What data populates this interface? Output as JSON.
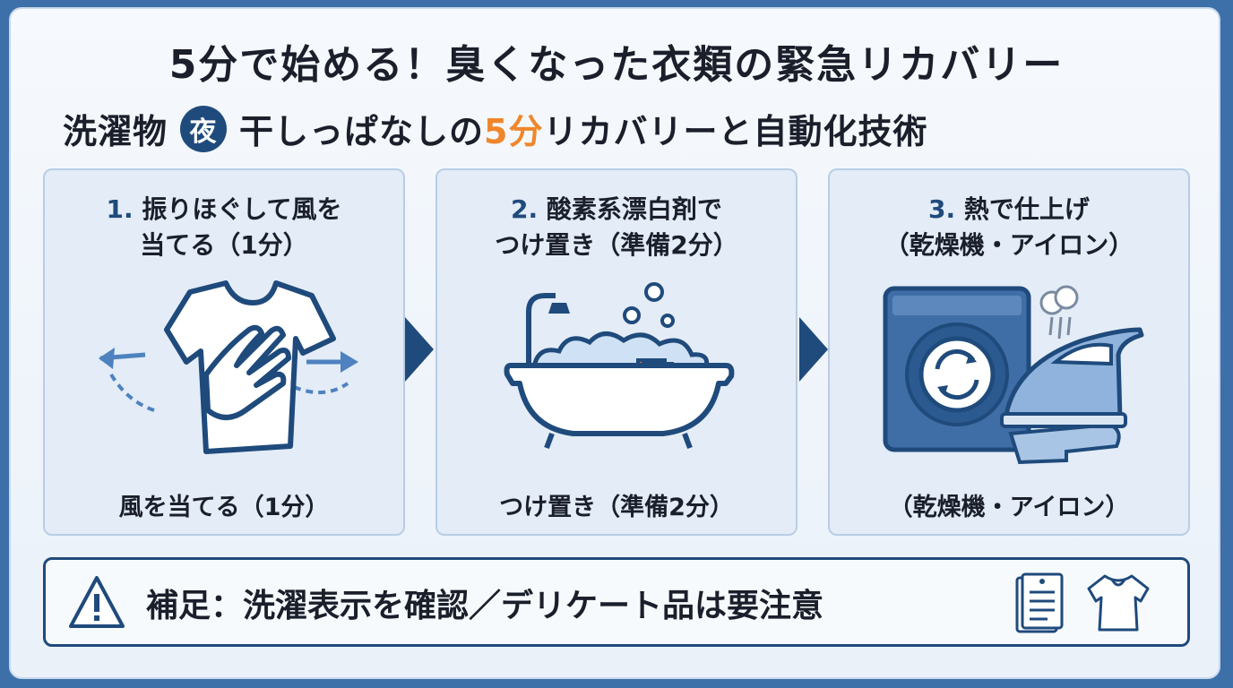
{
  "header": {
    "title": "5分で始める！臭くなった衣類の緊急リカバリー",
    "subtitle_part1": "洗濯物",
    "night_badge": "夜",
    "subtitle_part2": "干しっぱなしの",
    "subtitle_highlight": "5分",
    "subtitle_part3": "リカバリーと自動化技術",
    "highlight_color": "#f0862b",
    "accent_color": "#1f4a7c"
  },
  "steps": [
    {
      "number": "1.",
      "heading_line1": "振りほぐして風を",
      "heading_line2": "当てる（1分）",
      "caption": "風を当てる（1分）",
      "icon": "shirt-shake-icon"
    },
    {
      "number": "2.",
      "heading_line1": "酸素系漂白剤で",
      "heading_line2": "つけ置き（準備2分）",
      "caption": "つけ置き（準備2分）",
      "icon": "bathtub-soak-icon"
    },
    {
      "number": "3.",
      "heading_line1": "熱で仕上げ",
      "heading_line2": "（乾燥機・アイロン）",
      "caption": "（乾燥機・アイロン）",
      "icon": "dryer-iron-icon"
    }
  ],
  "note": {
    "text": "補足：洗濯表示を確認／デリケート品は要注意",
    "icons": [
      "warning-icon",
      "care-label-icon",
      "blouse-icon"
    ]
  }
}
